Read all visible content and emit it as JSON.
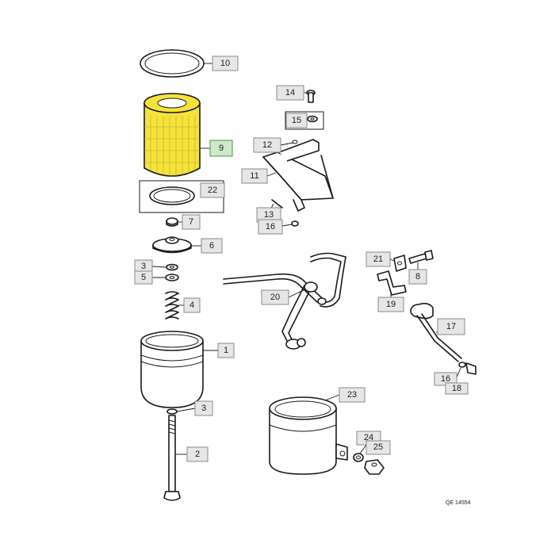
{
  "diagram": {
    "highlight_color": "#f5e33c",
    "ref_code": "QE 14554",
    "callouts": {
      "p1": "1",
      "p2": "2",
      "p3a": "3",
      "p3b": "3",
      "p4": "4",
      "p5": "5",
      "p6": "6",
      "p7": "7",
      "p8": "8",
      "p9": "9",
      "p10": "10",
      "p11": "11",
      "p12": "12",
      "p13": "13",
      "p14": "14",
      "p15": "15",
      "p16a": "16",
      "p16b": "16",
      "p17": "17",
      "p18": "18",
      "p19": "19",
      "p20": "20",
      "p21": "21",
      "p22": "22",
      "p23": "23",
      "p24": "24",
      "p25": "25"
    }
  }
}
